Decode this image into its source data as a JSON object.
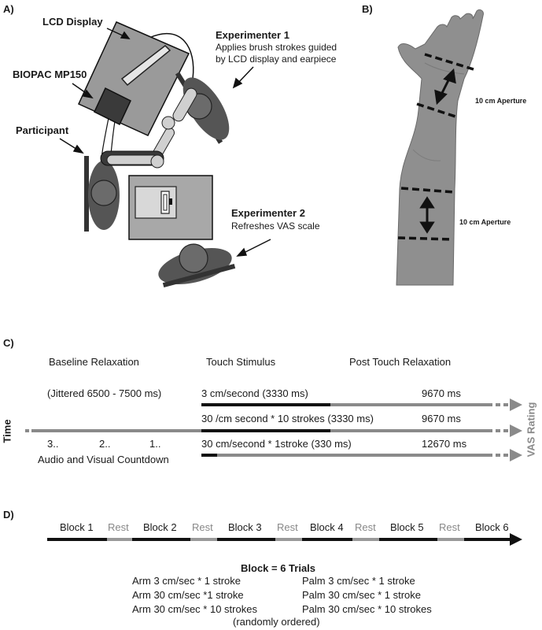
{
  "panels": {
    "a": "A)",
    "b": "B)",
    "c": "C)",
    "d": "D)"
  },
  "panel_a": {
    "lcd_label": "LCD Display",
    "biopac_label": "BIOPAC MP150",
    "participant_label": "Participant",
    "exp1_title": "Experimenter 1",
    "exp1_line1": "Applies brush strokes guided",
    "exp1_line2": "by LCD display and earpiece",
    "exp2_title": "Experimenter 2",
    "exp2_line1": "Refreshes VAS scale"
  },
  "panel_b": {
    "upper_aperture": "10 cm Aperture",
    "lower_aperture": "10 cm Aperture"
  },
  "panel_c": {
    "baseline": "Baseline Relaxation",
    "touch": "Touch Stimulus",
    "post": "Post Touch Relaxation",
    "jitter": "(Jittered 6500 - 7500 ms)",
    "row1_touch": "3 cm/second (3330 ms)",
    "row1_post": "9670 ms",
    "row2_touch": "30 /cm second * 10 strokes (3330 ms)",
    "row2_post": "9670 ms",
    "row3_touch": "30 cm/second * 1stroke (330 ms)",
    "row3_post": "12670 ms",
    "countdown_3": "3..",
    "countdown_2": "2..",
    "countdown_1": "1..",
    "countdown_label": "Audio and Visual Countdown",
    "time_label": "Time",
    "vas_label": "VAS Rating"
  },
  "panel_d": {
    "timeline": [
      "Block 1",
      "Rest",
      "Block 2",
      "Rest",
      "Block 3",
      "Rest",
      "Block 4",
      "Rest",
      "Block 5",
      "Rest",
      "Block 6"
    ],
    "block_title": "Block = 6 Trials",
    "arm_trials": [
      "Arm  3  cm/sec * 1 stroke",
      "Arm 30 cm/sec *1 stroke",
      "Arm 30 cm/sec * 10 strokes"
    ],
    "palm_trials": [
      "Palm  3  cm/sec * 1 stroke",
      "Palm 30 cm/sec * 1 stroke",
      "Palm 30 cm/sec * 10 strokes"
    ],
    "order_note": "(randomly ordered)"
  },
  "colors": {
    "black": "#111111",
    "dark_gray": "#555555",
    "mid_gray": "#8a8a8a",
    "light_gray": "#bdbdbd",
    "table_gray": "#a8a8a8"
  }
}
